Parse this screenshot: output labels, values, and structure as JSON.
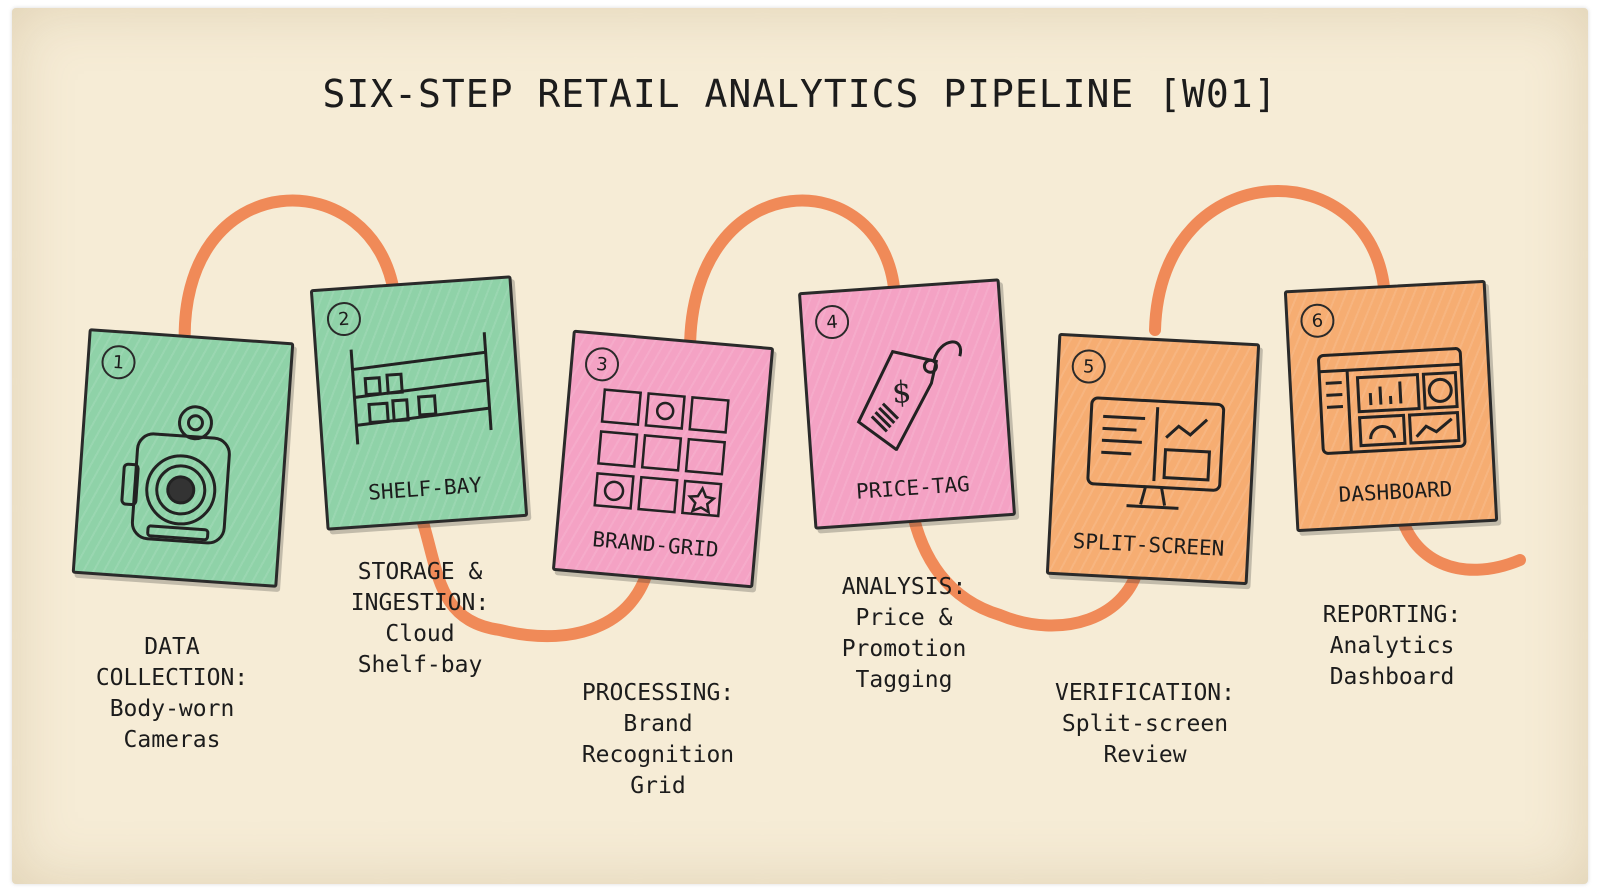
{
  "title": "SIX-STEP RETAIL ANALYTICS PIPELINE [W01]",
  "colors": {
    "paper": "#f6ecd6",
    "connector": "#f08a58",
    "green": "#8fd2a8",
    "pink": "#f4a2c4",
    "orange": "#f6ad72"
  },
  "steps": [
    {
      "number": "1",
      "card_label": "",
      "icon": "body-camera-icon",
      "caption": [
        "DATA",
        "COLLECTION:",
        "Body-worn",
        "Cameras"
      ]
    },
    {
      "number": "2",
      "card_label": "SHELF-BAY",
      "icon": "shelf-icon",
      "caption": [
        "STORAGE &",
        "INGESTION:",
        "Cloud",
        "Shelf-bay"
      ]
    },
    {
      "number": "3",
      "card_label": "BRAND-GRID",
      "icon": "brand-grid-icon",
      "caption": [
        "PROCESSING:",
        "Brand",
        "Recognition",
        "Grid"
      ]
    },
    {
      "number": "4",
      "card_label": "PRICE-TAG",
      "icon": "price-tag-icon",
      "caption": [
        "ANALYSIS:",
        "Price &",
        "Promotion",
        "Tagging"
      ]
    },
    {
      "number": "5",
      "card_label": "SPLIT-SCREEN",
      "icon": "monitor-icon",
      "caption": [
        "VERIFICATION:",
        "Split-screen",
        "Review"
      ]
    },
    {
      "number": "6",
      "card_label": "DASHBOARD",
      "icon": "dashboard-icon",
      "caption": [
        "REPORTING:",
        "Analytics",
        "Dashboard"
      ]
    }
  ]
}
